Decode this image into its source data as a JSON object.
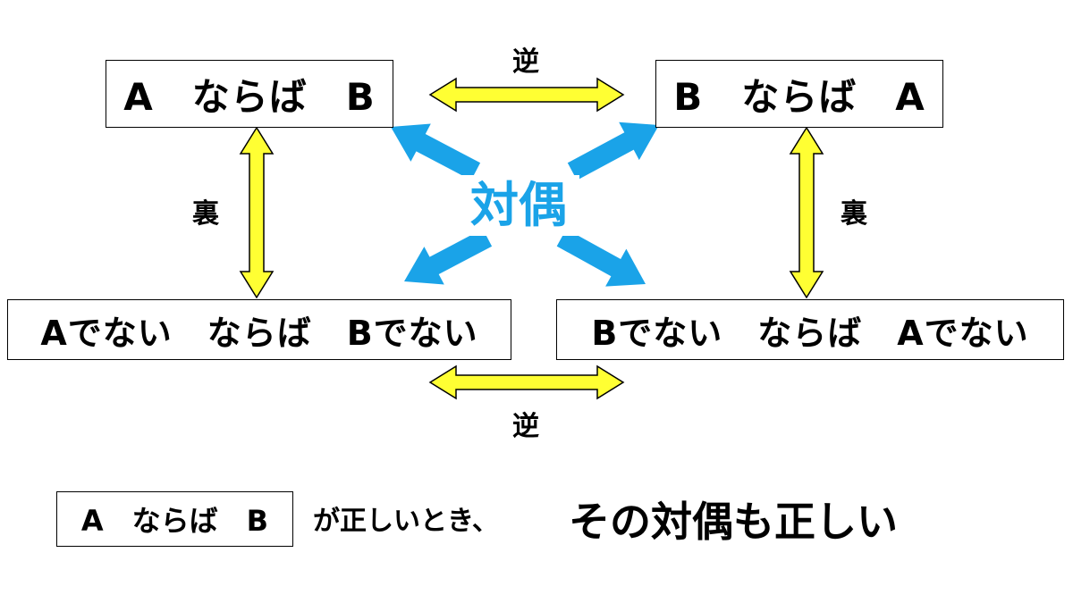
{
  "statements": {
    "original": "A　ならば　B",
    "converse": "B　ならば　A",
    "inverse": "Aでない　ならば　Bでない",
    "contrapositive": "Bでない　ならば　Aでない"
  },
  "relations": {
    "converse_top": "逆",
    "converse_bottom": "逆",
    "inverse_left": "裏",
    "inverse_right": "裏",
    "contrapositive": "対偶"
  },
  "conclusion": {
    "premise": "A　ならば　B",
    "connector": "が正しいとき、",
    "result": "その対偶も正しい"
  },
  "colors": {
    "converse_inverse_arrow": "#ffff33",
    "contrapositive_arrow": "#1aa3e8",
    "contrapositive_label": "#1aa3e8"
  }
}
